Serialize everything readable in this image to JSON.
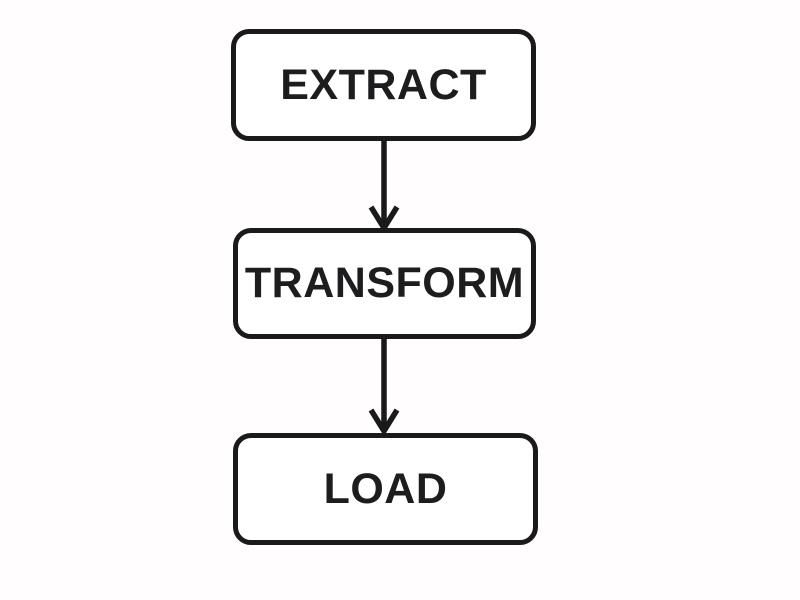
{
  "diagram": {
    "type": "flowchart",
    "orientation": "top-down",
    "nodes": [
      {
        "id": "extract",
        "label": "EXTRACT"
      },
      {
        "id": "transform",
        "label": "TRANSFORM"
      },
      {
        "id": "load",
        "label": "LOAD"
      }
    ],
    "edges": [
      {
        "from": "extract",
        "to": "transform",
        "direction": "down",
        "style": "arrow"
      },
      {
        "from": "transform",
        "to": "load",
        "direction": "down",
        "style": "arrow"
      }
    ]
  },
  "colors": {
    "background": "#fffdfd",
    "node-fill": "#ffffff",
    "node-stroke": "#1a1a1a",
    "text": "#1d1d1f"
  }
}
